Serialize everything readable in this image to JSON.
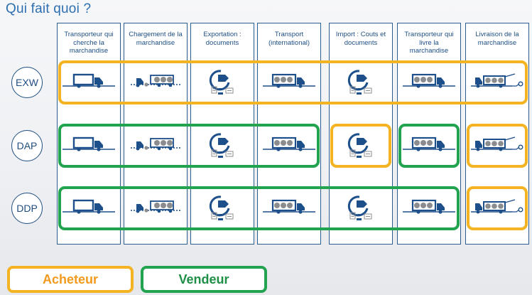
{
  "title": "Qui fait quoi ?",
  "colors": {
    "acheteur": "#f4b323",
    "vendeur": "#22a350",
    "icon_blue": "#1d4f8a"
  },
  "columns": [
    {
      "label": "Transporteur qui cherche la marchandise",
      "icon": "truck-icon"
    },
    {
      "label": "Chargement de la marchandise",
      "icon": "loading-icon"
    },
    {
      "label": "Exportation : documents",
      "icon": "customs-documents-icon"
    },
    {
      "label": "Transport (international)",
      "icon": "loaded-truck-icon"
    },
    {
      "label": "Import : Couts et documents",
      "icon": "customs-documents-icon"
    },
    {
      "label": "Transporteur qui livre la marchandise",
      "icon": "loaded-truck-icon"
    },
    {
      "label": "Livraison de la marchandise",
      "icon": "unloading-truck-icon"
    }
  ],
  "rows": [
    {
      "code": "EXW",
      "groups": [
        {
          "party": "acheteur",
          "from": 1,
          "to": 7
        }
      ]
    },
    {
      "code": "DAP",
      "groups": [
        {
          "party": "vendeur",
          "from": 1,
          "to": 4
        },
        {
          "party": "acheteur",
          "from": 5,
          "to": 5
        },
        {
          "party": "vendeur",
          "from": 6,
          "to": 6
        },
        {
          "party": "acheteur",
          "from": 7,
          "to": 7
        }
      ]
    },
    {
      "code": "DDP",
      "groups": [
        {
          "party": "vendeur",
          "from": 1,
          "to": 6
        },
        {
          "party": "acheteur",
          "from": 7,
          "to": 7
        }
      ]
    }
  ],
  "legend": {
    "acheteur": "Acheteur",
    "vendeur": "Vendeur"
  }
}
